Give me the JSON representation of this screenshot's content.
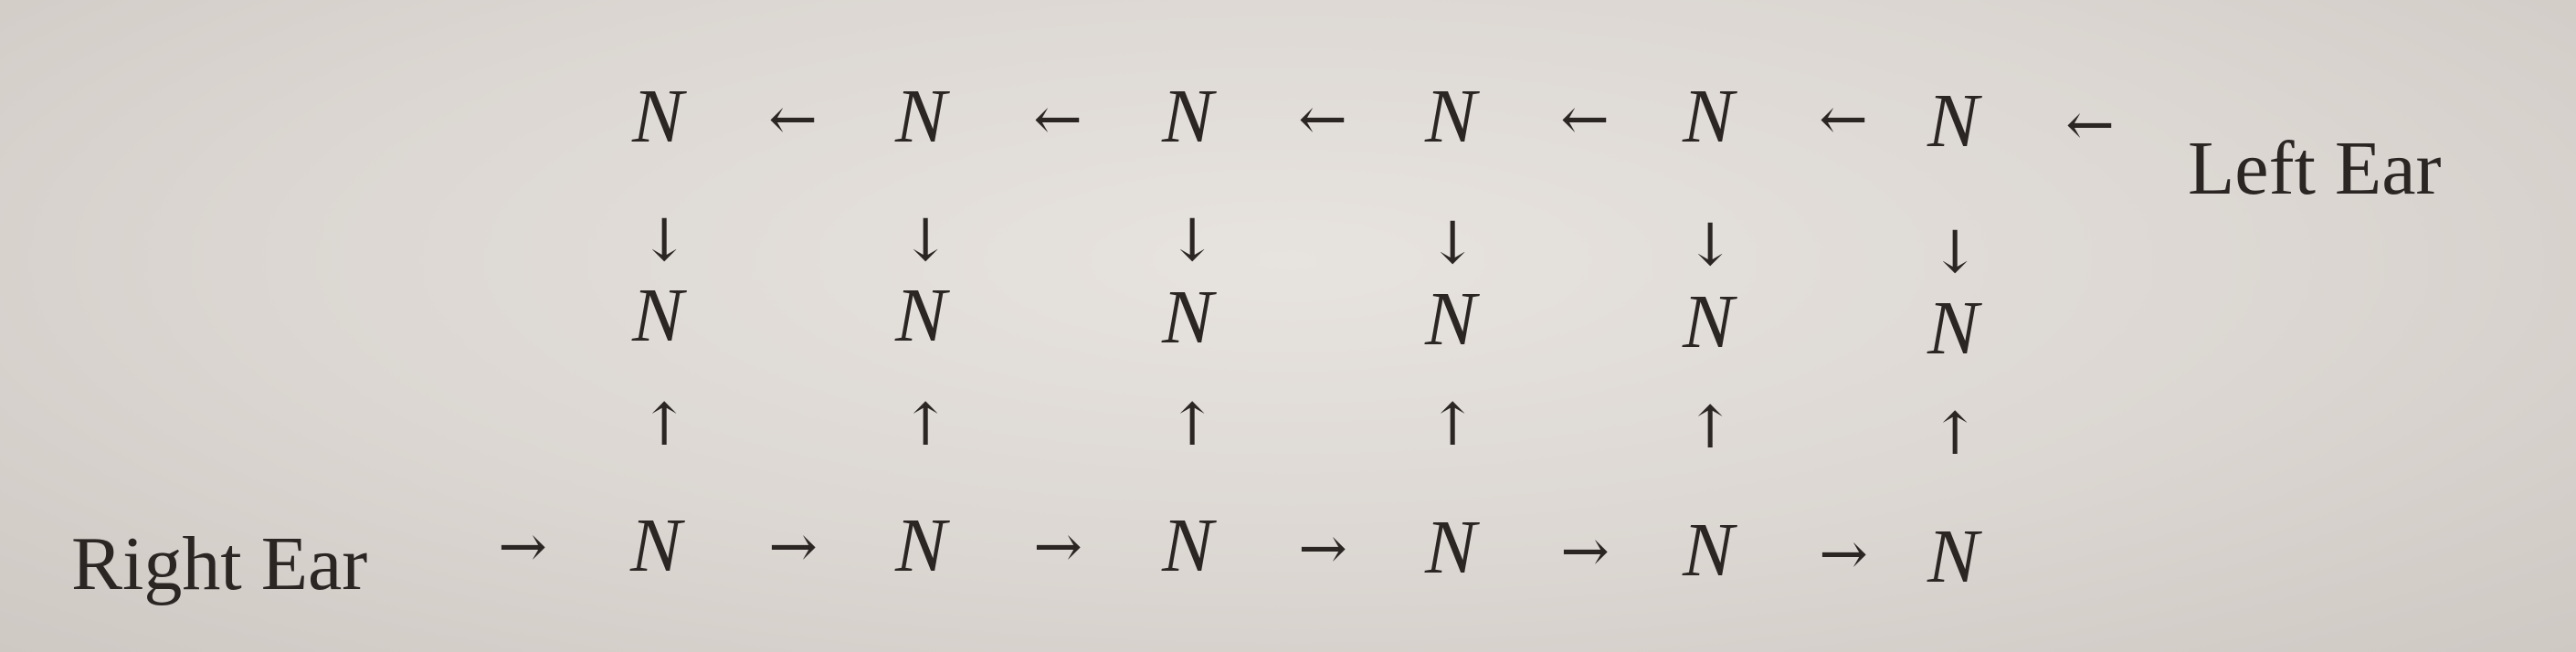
{
  "labels": {
    "left_ear": "Left Ear",
    "right_ear": "Right Ear"
  },
  "node_symbol": "N",
  "arrows": {
    "left": "←",
    "right": "→",
    "down": "↓",
    "up": "↑"
  }
}
